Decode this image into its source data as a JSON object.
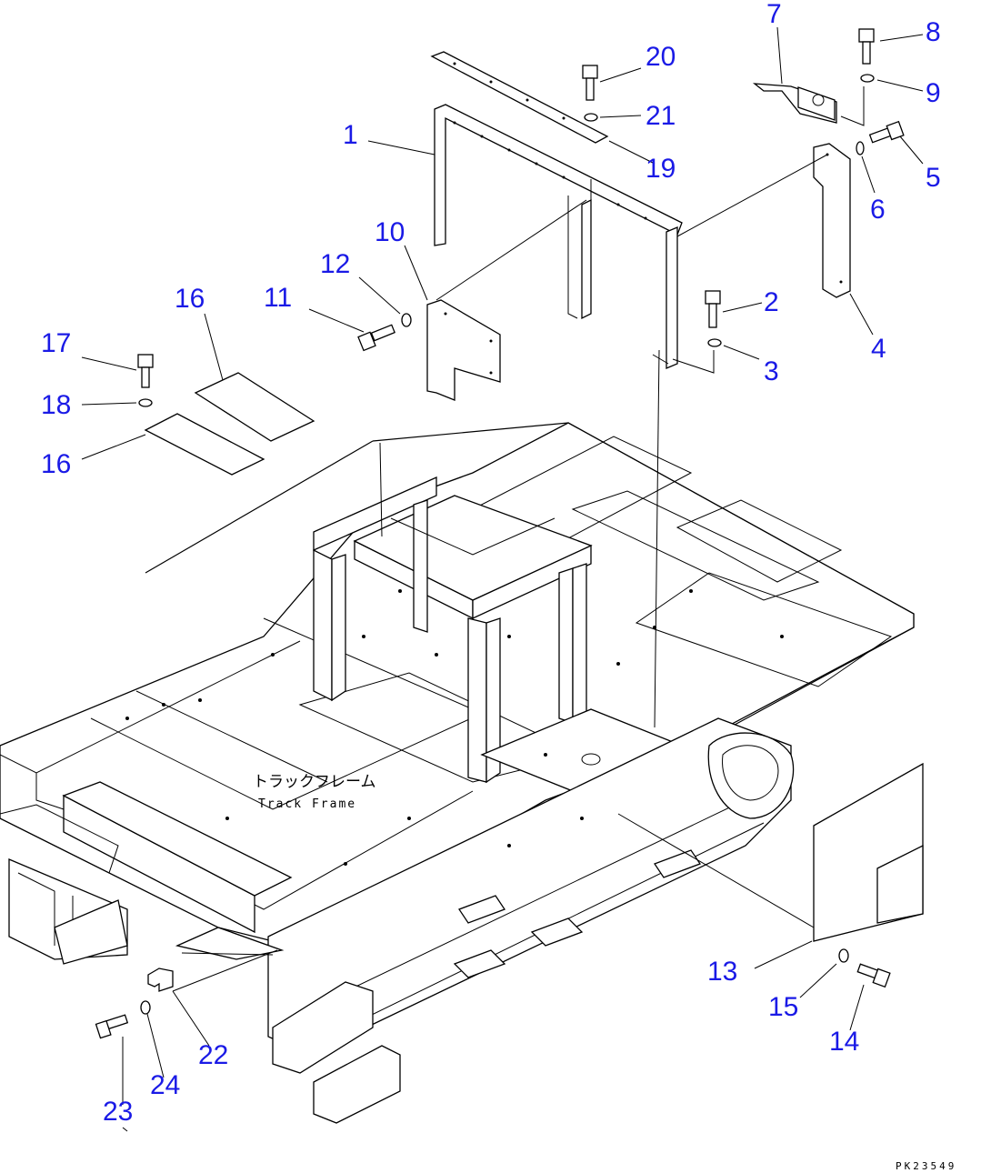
{
  "drawing_reference": "PK23549",
  "frame_label_jp": "トラックフレーム",
  "frame_label_en": "Track Frame",
  "callouts": [
    "1",
    "2",
    "3",
    "4",
    "5",
    "6",
    "7",
    "8",
    "9",
    "10",
    "11",
    "12",
    "13",
    "14",
    "15",
    "16",
    "16",
    "17",
    "18",
    "19",
    "20",
    "21",
    "22",
    "23",
    "24"
  ],
  "colors": {
    "callout": "#1a1ae6",
    "linework": "#000000",
    "background": "#ffffff"
  }
}
